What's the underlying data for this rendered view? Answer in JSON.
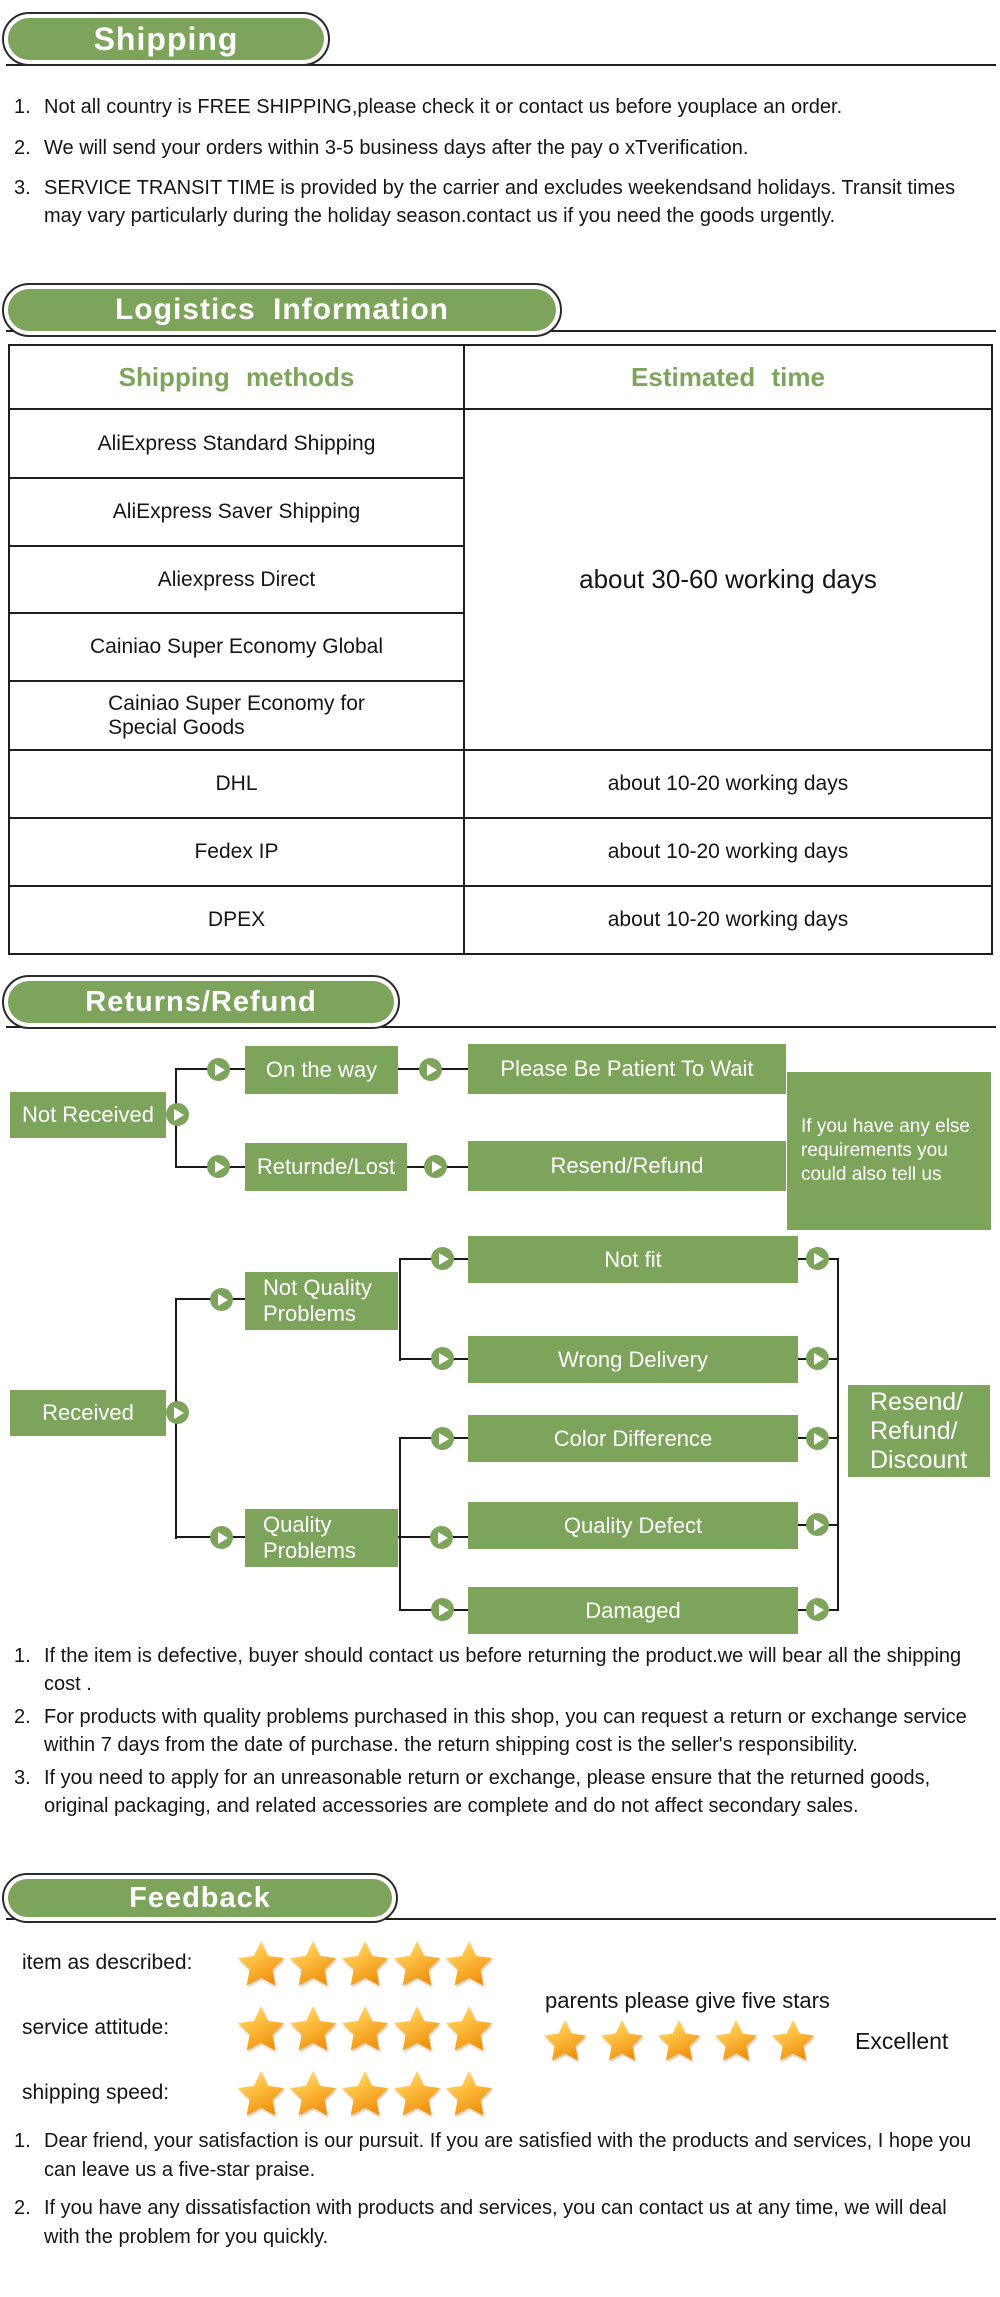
{
  "theme": {
    "green": "#7ca45a",
    "line_color": "#1f1f1f",
    "text_color": "#151515",
    "star_light": "#ffe3a1",
    "star_mid": "#ffc64a",
    "star_deep": "#f0920e"
  },
  "shipping": {
    "title": "Shipping",
    "items": [
      {
        "num": "1.",
        "text": "Not all country is FREE SHIPPING,please check it or contact us before youplace an order."
      },
      {
        "num": "2.",
        "text": "We will send your orders within 3-5 business days after the pay o xTverification."
      },
      {
        "num": "3.",
        "text": "SERVICE TRANSIT TIME is provided by the carrier and excludes weekendsand holidays. Transit times may vary particularly during the holiday season.contact us if you need the goods urgently."
      }
    ]
  },
  "logistics": {
    "title": "Logistics Information",
    "table": {
      "col_headers": [
        "Shipping methods",
        "Estimated time"
      ],
      "standard_methods": [
        "AliExpress Standard Shipping",
        "AliExpress Saver Shipping",
        "Aliexpress Direct",
        "Cainiao Super Economy Global",
        "Cainiao Super Economy for\nSpecial Goods"
      ],
      "standard_time": "about 30-60 working days",
      "express_rows": [
        {
          "method": "DHL",
          "time": "about 10-20 working days"
        },
        {
          "method": "Fedex IP",
          "time": "about 10-20 working days"
        },
        {
          "method": "DPEX",
          "time": "about 10-20 working days"
        }
      ]
    }
  },
  "returns": {
    "title": "Returns/Refund",
    "flow_not_received": {
      "root": "Not Received",
      "branch1": "On the way",
      "branch1_result": "Please Be Patient To Wait",
      "branch2": "Returnde/Lost",
      "branch2_result": "Resend/Refund",
      "note": "If you have any else\nrequirements you\ncould also tell us"
    },
    "flow_received": {
      "root": "Received",
      "branch1": "Not Quality\nProblems",
      "branch1_children": [
        "Not fit",
        "Wrong Delivery"
      ],
      "branch2": "Quality\nProblems",
      "branch2_children": [
        "Color Difference",
        "Quality Defect",
        "Damaged"
      ],
      "result": "Resend/\nRefund/\nDiscount"
    },
    "items": [
      {
        "num": "1.",
        "text": "If the item is defective, buyer should contact us before returning the product.we will bear all the shipping cost ."
      },
      {
        "num": "2.",
        "text": "For products with quality problems purchased in this shop, you can request a return or exchange service within 7 days from the date of purchase. the return shipping cost is the seller's responsibility."
      },
      {
        "num": "3.",
        "text": "If you need to apply for an unreasonable return or exchange, please ensure that the returned goods, original packaging, and related accessories are complete and do not affect secondary sales."
      }
    ]
  },
  "feedback": {
    "title": "Feedback",
    "ratings": [
      {
        "label": "item as described:",
        "stars": 5
      },
      {
        "label": "service attitude:",
        "stars": 5
      },
      {
        "label": "shipping speed:",
        "stars": 5
      }
    ],
    "praise": {
      "caption": "parents please give five stars",
      "stars": 5,
      "verdict": "Excellent"
    },
    "items": [
      {
        "num": "1.",
        "text": "Dear friend, your satisfaction is our pursuit. If you are satisfied with the products and services, I hope you can leave us a five-star praise."
      },
      {
        "num": "2.",
        "text": "If you have any dissatisfaction with products and services, you can contact us at any time, we will deal with the problem for you quickly."
      }
    ]
  }
}
